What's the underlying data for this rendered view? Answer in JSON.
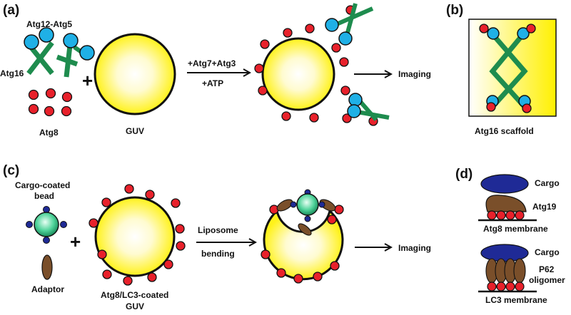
{
  "panels": {
    "a": {
      "letter": "(a)",
      "atg12_atg5_label": "Atg12-Atg5",
      "atg16_label": "Atg16",
      "atg8_label": "Atg8",
      "guv_label": "GUV",
      "plus": "+",
      "reaction_line1": "+Atg7+Atg3",
      "reaction_line2": "+ATP",
      "imaging_label": "Imaging"
    },
    "b": {
      "letter": "(b)",
      "caption": "Atg16 scaffold"
    },
    "c": {
      "letter": "(c)",
      "cargo_bead_line1": "Cargo-coated",
      "cargo_bead_line2": "bead",
      "adaptor_label": "Adaptor",
      "plus": "+",
      "guv_line1": "Atg8/LC3-coated",
      "guv_line2": "GUV",
      "step_line1": "Liposome",
      "step_line2": "bending",
      "imaging_label": "Imaging"
    },
    "d": {
      "letter": "(d)",
      "top_cargo": "Cargo",
      "top_protein": "Atg19",
      "top_membrane": "Atg8 membrane",
      "bottom_cargo": "Cargo",
      "bottom_protein_line1": "P62",
      "bottom_protein_line2": "oligomer",
      "bottom_membrane": "LC3 membrane"
    }
  },
  "colors": {
    "atg8_red": "#e8212b",
    "atg12_atg5_blue": "#1fb0e6",
    "atg16_green": "#1e8c4e",
    "guv_yellow": "#fff21a",
    "cargo_navy": "#1f2a96",
    "adaptor_brown": "#7a4f2a"
  }
}
